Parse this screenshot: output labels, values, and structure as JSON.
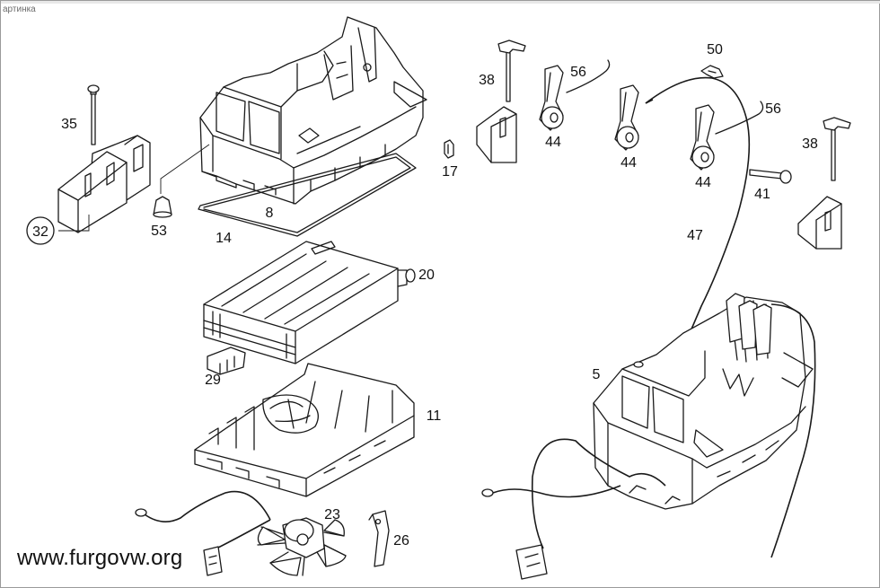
{
  "caption": "артинка",
  "watermark": "www.furgovw.org",
  "labels": {
    "p32": "32",
    "p35": "35",
    "p53": "53",
    "p8": "8",
    "p14": "14",
    "p17": "17",
    "p38a": "38",
    "p38b": "38",
    "p44a": "44",
    "p44b": "44",
    "p44c": "44",
    "p56a": "56",
    "p56b": "56",
    "p50": "50",
    "p41": "41",
    "p47": "47",
    "p20": "20",
    "p29": "29",
    "p11": "11",
    "p5": "5",
    "p23": "23",
    "p26": "26"
  }
}
